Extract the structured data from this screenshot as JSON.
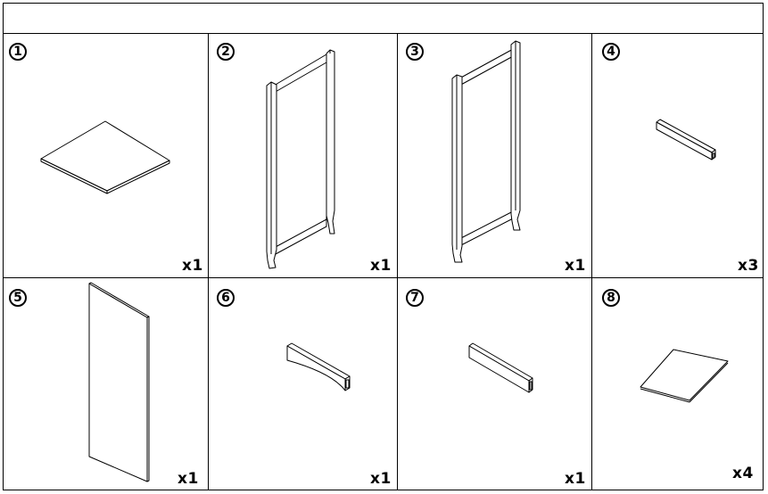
{
  "header": {
    "text": ""
  },
  "parts": [
    {
      "number": "1",
      "quantity": "x1",
      "icon": "square-panel-icon"
    },
    {
      "number": "2",
      "quantity": "x1",
      "icon": "side-frame-icon"
    },
    {
      "number": "3",
      "quantity": "x1",
      "icon": "side-frame-icon"
    },
    {
      "number": "4",
      "quantity": "x3",
      "icon": "rail-icon"
    },
    {
      "number": "5",
      "quantity": "x1",
      "icon": "back-panel-icon"
    },
    {
      "number": "6",
      "quantity": "x1",
      "icon": "curved-rail-icon"
    },
    {
      "number": "7",
      "quantity": "x1",
      "icon": "straight-rail-icon"
    },
    {
      "number": "8",
      "quantity": "x4",
      "icon": "shelf-board-icon"
    }
  ]
}
